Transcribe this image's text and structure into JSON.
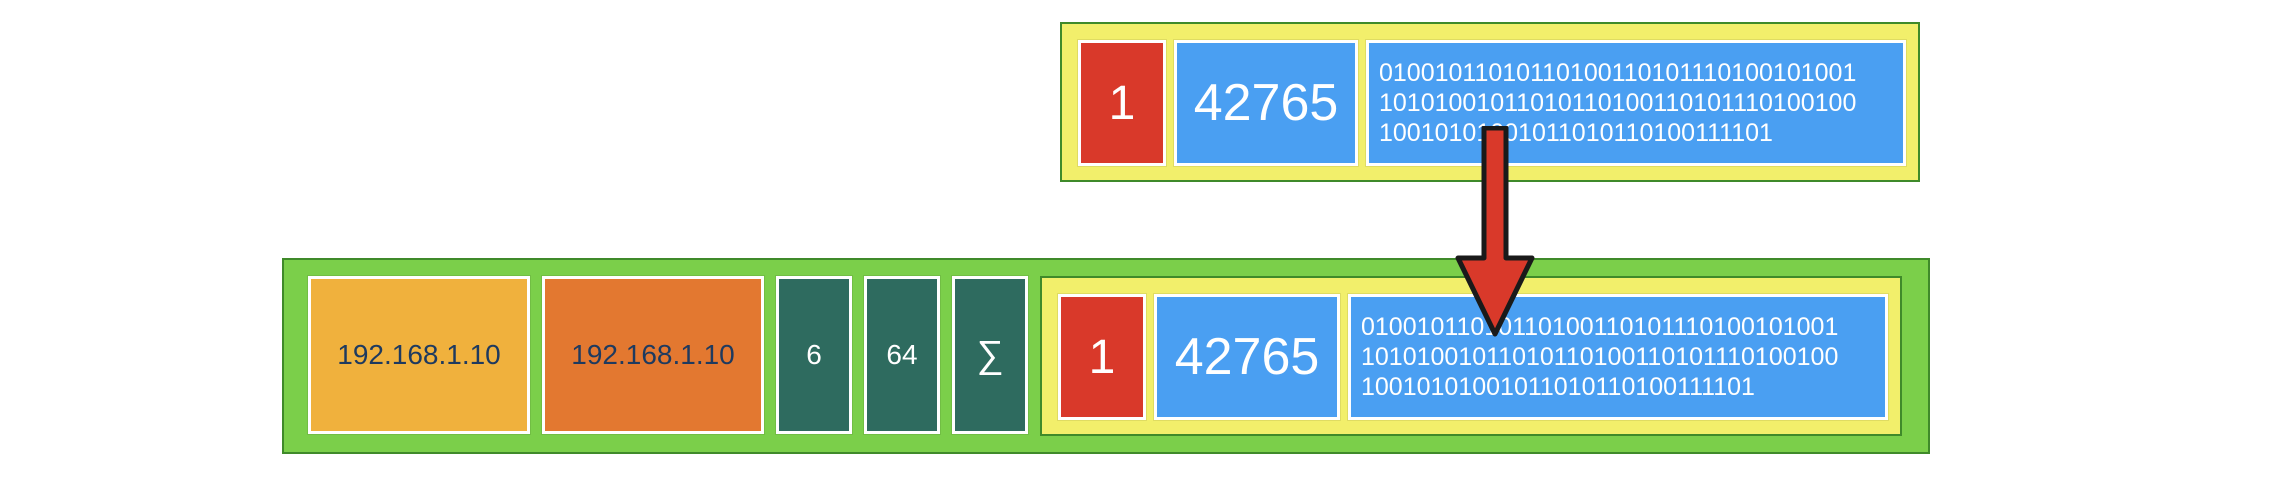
{
  "udp_segment": {
    "source_port": "1",
    "destination_port": "42765",
    "payload_lines": [
      "01001011010110100110101110100101001",
      "10101001011010110100110101110100100",
      "10010101001011010110100111101"
    ]
  },
  "ip_packet": {
    "source_ip": "192.168.1.10",
    "destination_ip": "192.168.1.10",
    "protocol": "6",
    "ttl": "64",
    "checksum_symbol": "∑",
    "udp_segment": {
      "source_port": "1",
      "destination_port": "42765",
      "payload_lines": [
        "01001011010110100110101110100101001",
        "10101001011010110100110101110100100",
        "10010101001011010110100111101"
      ]
    }
  },
  "colors": {
    "container_green": "#7bcf4a",
    "container_yellow": "#f2ef6b",
    "border_green": "#3f8a2a",
    "red": "#d9392a",
    "blue": "#4a9ff2",
    "ip_orange_light": "#f0b13d",
    "ip_orange_dark": "#e37830",
    "teal": "#2e6b5f",
    "arrow": "#d9392a"
  }
}
